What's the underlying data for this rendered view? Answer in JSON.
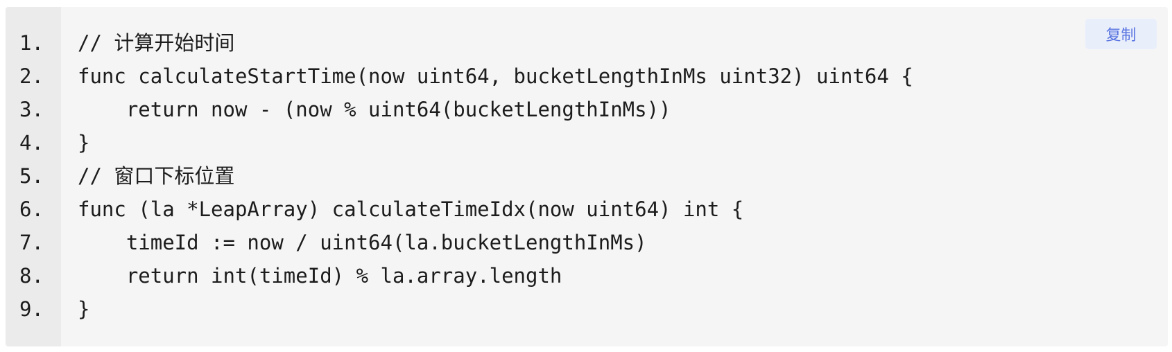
{
  "code_block": {
    "language": "go",
    "line_numbers": [
      "1.",
      "2.",
      "3.",
      "4.",
      "5.",
      "6.",
      "7.",
      "8.",
      "9."
    ],
    "lines": [
      "// 计算开始时间",
      "func calculateStartTime(now uint64, bucketLengthInMs uint32) uint64 {",
      "    return now - (now % uint64(bucketLengthInMs))",
      "}",
      "// 窗口下标位置",
      "func (la *LeapArray) calculateTimeIdx(now uint64) int {",
      "    timeId := now / uint64(la.bucketLengthInMs)",
      "    return int(timeId) % la.array.length",
      "}"
    ],
    "copy_button_label": "复制"
  },
  "colors": {
    "block_background": "#f5f5f6",
    "gutter_background": "#ebebec",
    "code_text": "#1c1c1c",
    "copy_button_background": "#e9eefb",
    "copy_button_text": "#5873e0"
  }
}
